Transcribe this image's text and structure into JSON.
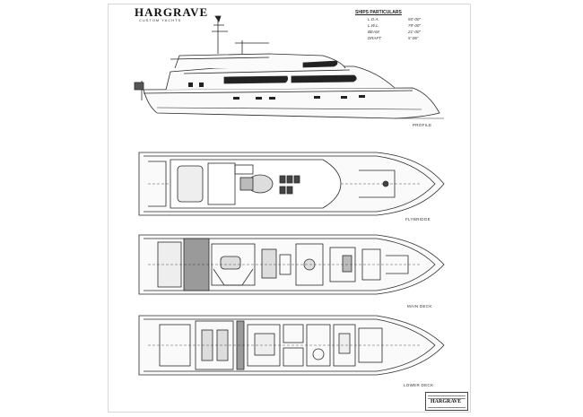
{
  "brand": {
    "logo": "HARGRAVE",
    "tagline": "CUSTOM YACHTS"
  },
  "particulars": {
    "title": "SHIPS PARTICULARS",
    "rows": [
      {
        "label": "L.O.A.",
        "value": "93'-00\""
      },
      {
        "label": "L.W.L.",
        "value": "79'-00\""
      },
      {
        "label": "BEAM",
        "value": "21'-00\""
      },
      {
        "label": "DRAFT",
        "value": "5'-06\""
      }
    ]
  },
  "views": {
    "profile": "PROFILE",
    "flybridge": "FLYBRIDGE",
    "main_deck": "MAIN DECK",
    "lower_deck": "LOWER DECK"
  },
  "title_block": {
    "logo": "HARGRAVE"
  },
  "colors": {
    "line": "#2a2a2a",
    "hatch": "#555555",
    "paper": "#ffffff"
  }
}
